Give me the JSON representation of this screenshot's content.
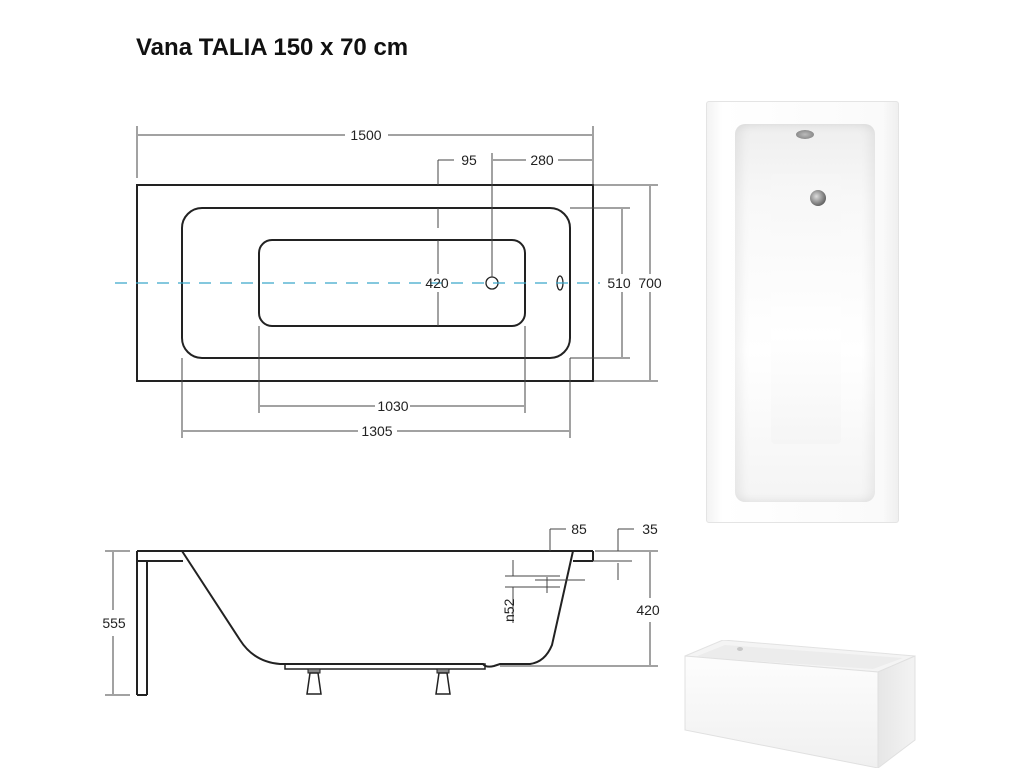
{
  "title": "Vana TALIA 150 x 70 cm",
  "top_view": {
    "dim_total_length": "1500",
    "dim_overflow_offset": "95",
    "dim_drain_offset": "280",
    "dim_inner_width": "420",
    "dim_basin_width": "510",
    "dim_total_width": "700",
    "dim_inner_length": "1030",
    "dim_basin_length": "1305"
  },
  "side_view": {
    "dim_overflow_top": "85",
    "dim_rim": "35",
    "dim_overflow_diameter": "n52",
    "dim_depth": "420",
    "dim_total_height": "555"
  },
  "colors": {
    "line": "#222222",
    "dim_line": "#444444",
    "center_line": "#3aa7c9"
  },
  "photos": {
    "top": "bathtub-top-view-photo",
    "side": "bathtub-with-panel-photo"
  }
}
